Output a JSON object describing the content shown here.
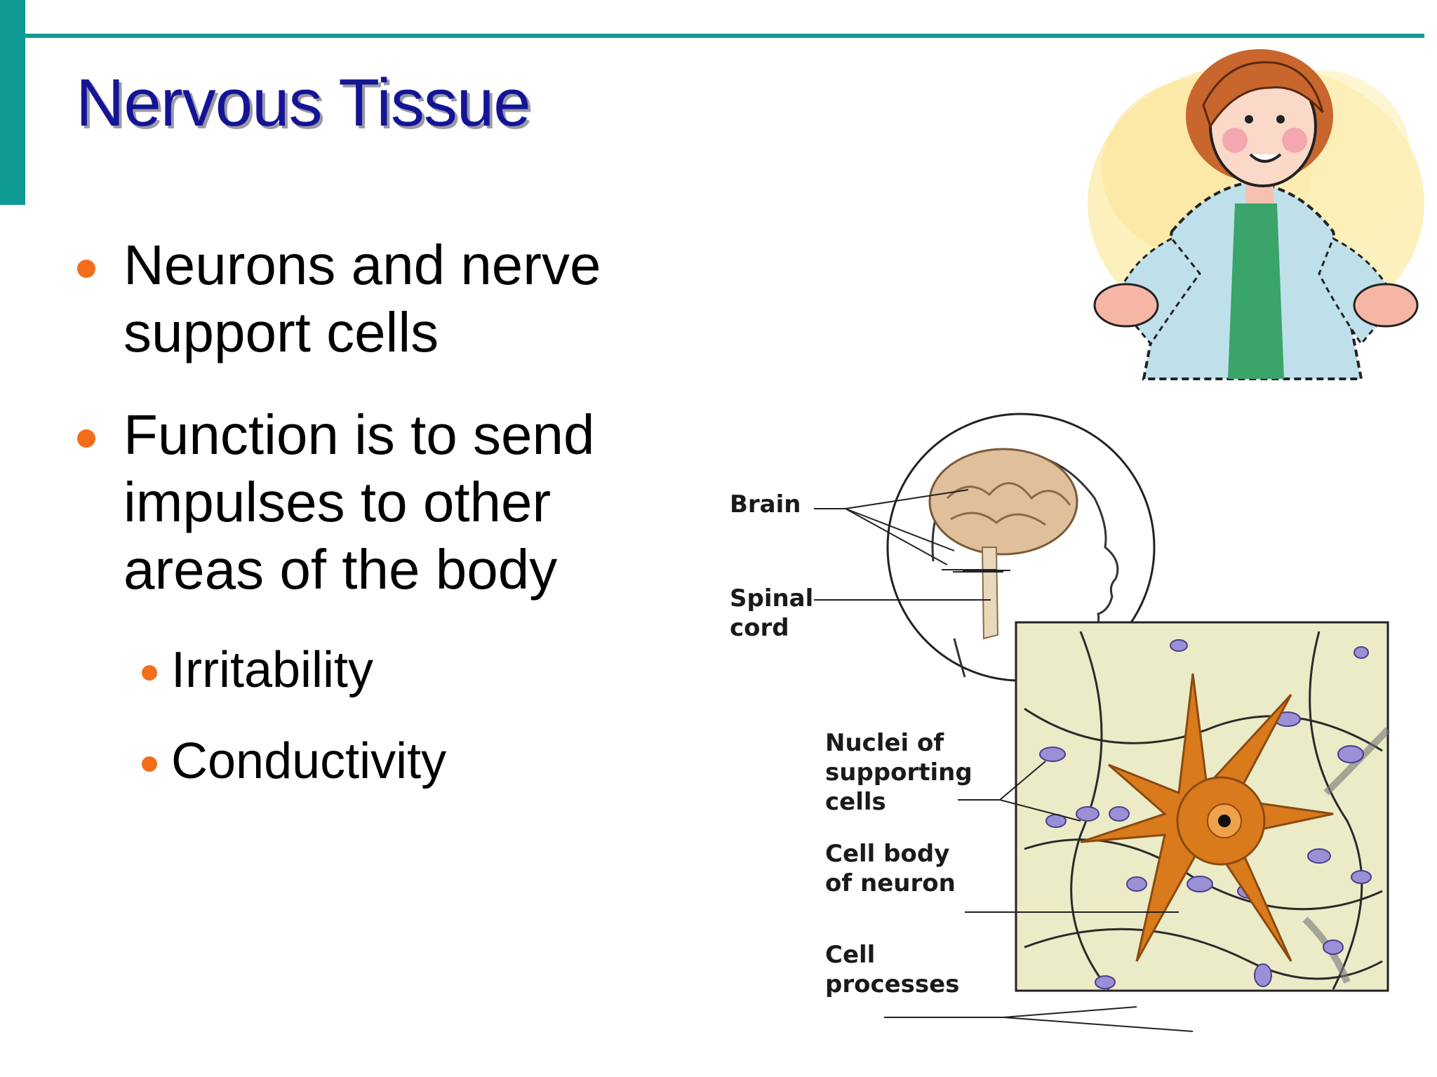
{
  "slide": {
    "title": "Nervous Tissue",
    "bullets": [
      "Neurons and nerve support cells",
      "Function is to send impulses to other areas of the body"
    ],
    "subbullets": [
      "Irritability",
      "Conductivity"
    ]
  },
  "diagram": {
    "labels": {
      "brain": "Brain",
      "spinal_cord": "Spinal\ncord",
      "nuclei": "Nuclei of\nsupporting\ncells",
      "cell_body": "Cell body\nof neuron",
      "cell_processes": "Cell\nprocesses"
    }
  },
  "colors": {
    "accent_teal": "#0f9a94",
    "title_blue": "#141496",
    "bullet_orange": "#f36d1a",
    "neuron_orange": "#d97a1c",
    "nuclei_purple": "#9b8fd6",
    "tissue_bg": "#ecebc8"
  },
  "icons": {
    "clipart": "teacher-woman-clipart",
    "diagram": "nervous-tissue-illustration"
  }
}
